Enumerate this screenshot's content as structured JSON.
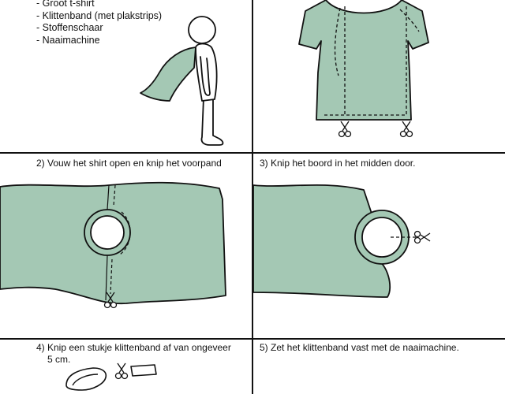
{
  "materials": [
    "- Groot t-shirt",
    "- Klittenband (met plakstrips)",
    "- Stoffenschaar",
    "- Naaimachine"
  ],
  "steps": [
    {
      "label": "2) Vouw het shirt open en knip het voorpand"
    },
    {
      "label": "3) Knip het boord in het midden door."
    },
    {
      "label": "4) Knip een stukje klittenband af van ongeveer",
      "label_line2": "5 cm."
    },
    {
      "label": "5) Zet het klittenband vast met de naaimachine."
    }
  ],
  "colors": {
    "fabric": "#a4c8b4",
    "line": "#111111",
    "background": "#ffffff"
  },
  "icons": [
    "scissors-icon",
    "caped-figure-illustration",
    "tshirt-illustration",
    "velcro-strip-illustration"
  ]
}
